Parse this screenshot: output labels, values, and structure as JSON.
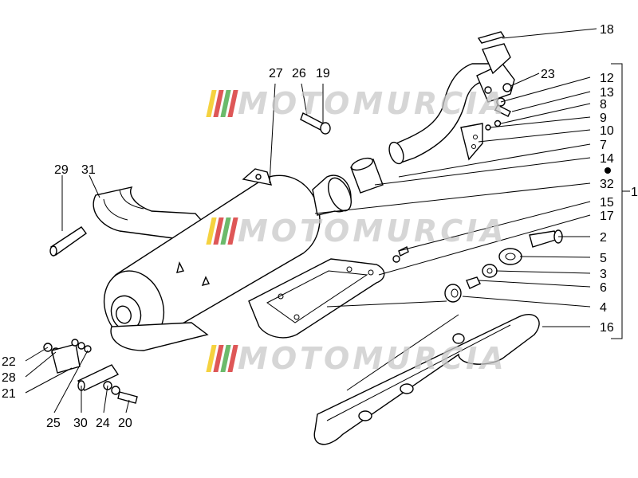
{
  "watermark": {
    "text": "MOTOMURCIA",
    "flag_colors": [
      "#f2c300",
      "#d42020",
      "#3aa33a",
      "#d42020"
    ]
  },
  "labels": {
    "l18": "18",
    "l23": "23",
    "l12": "12",
    "l13": "13",
    "l8": "8",
    "l9": "9",
    "l10": "10",
    "l7": "7",
    "l14": "14",
    "l32": "32",
    "l15": "15",
    "l17": "17",
    "l2": "2",
    "l5": "5",
    "l3": "3",
    "l6": "6",
    "l4": "4",
    "l16": "16",
    "l1": "1",
    "l27": "27",
    "l26": "26",
    "l19": "19",
    "l29": "29",
    "l31": "31",
    "l22": "22",
    "l28": "28",
    "l21": "21",
    "l25": "25",
    "l30": "30",
    "l24": "24",
    "l20": "20"
  }
}
